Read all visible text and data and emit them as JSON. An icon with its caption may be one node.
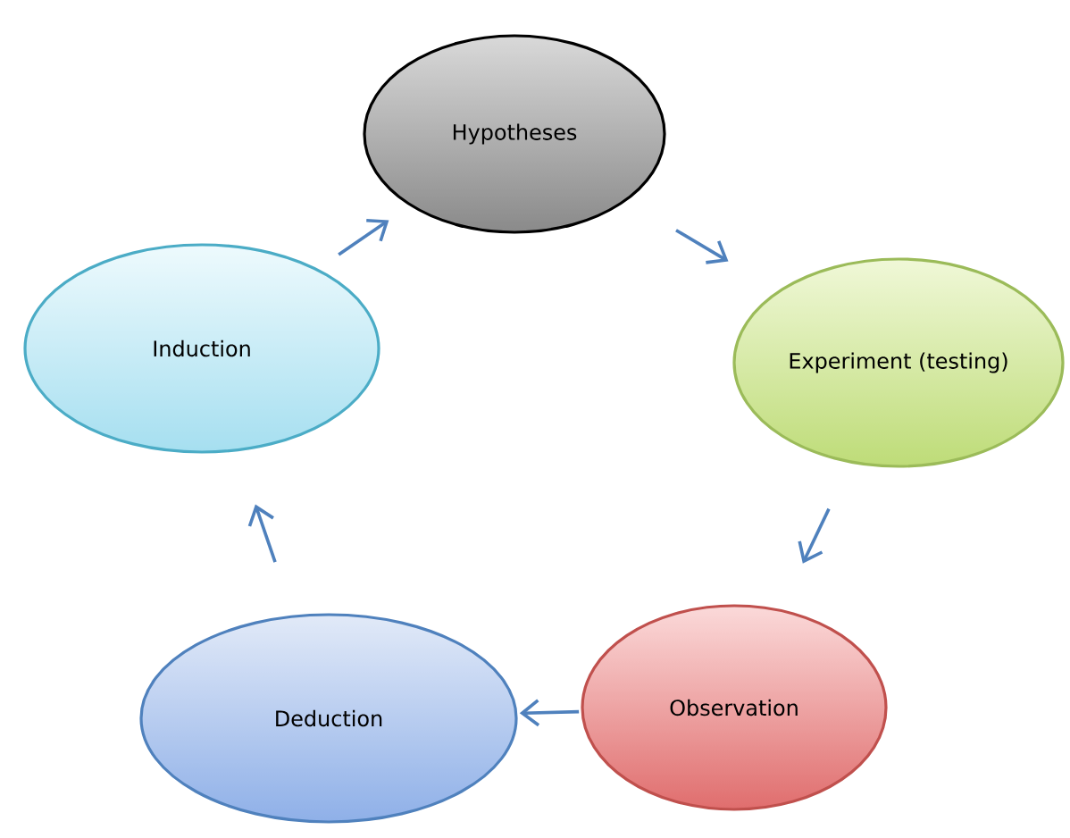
{
  "diagram": {
    "nodes": [
      {
        "text": [
          "Hypotheses"
        ]
      },
      {
        "text": [
          "Experiment (testing)"
        ]
      },
      {
        "text": [
          "Observation"
        ]
      },
      {
        "text": [
          "Deduction"
        ]
      },
      {
        "text": [
          "Induction"
        ]
      }
    ],
    "edges": [
      {
        "from": 0,
        "to": 1,
        "arrow": "to"
      },
      {
        "from": 1,
        "to": 2,
        "arrow": "to"
      },
      {
        "from": 2,
        "to": 3,
        "arrow": "to"
      },
      {
        "from": 3,
        "to": 4,
        "arrow": "to"
      },
      {
        "from": 4,
        "to": 0,
        "arrow": "to"
      }
    ]
  }
}
